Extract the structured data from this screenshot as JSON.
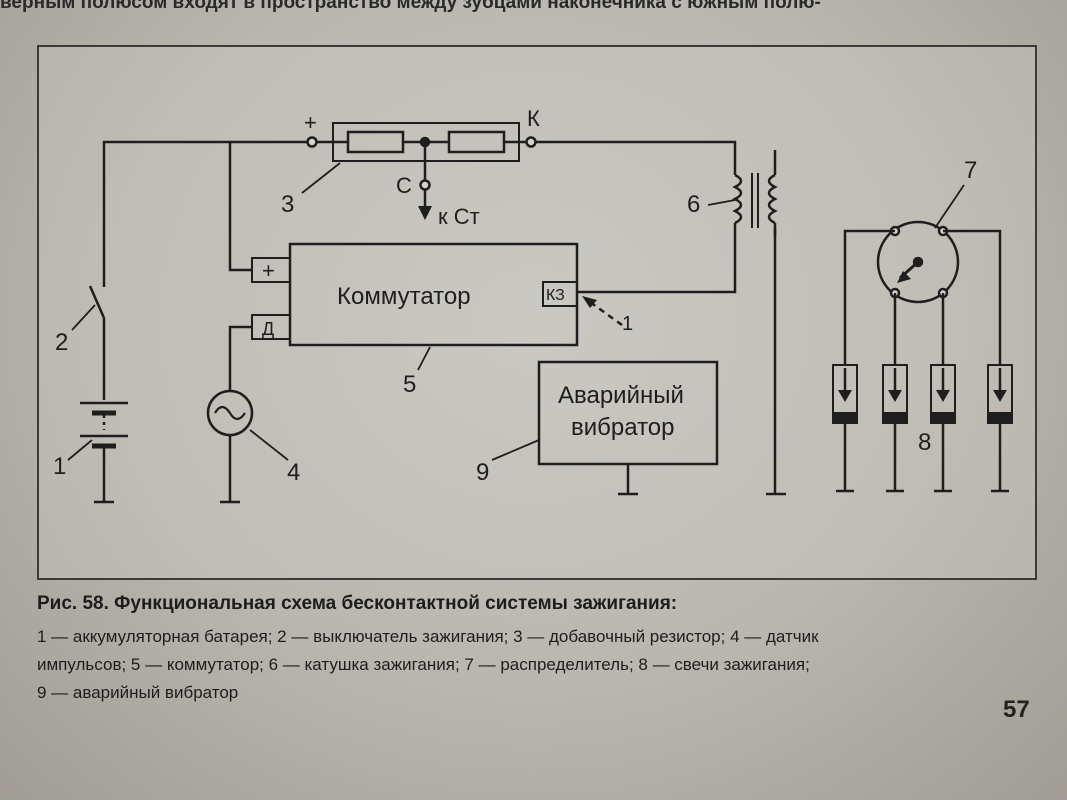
{
  "top_text": "верным полюсом входят в пространство между зубцами наконечника с южным полю-",
  "diagram": {
    "commutator_label": "Коммутатор",
    "terminal_plus": "+",
    "terminal_d": "Д",
    "terminal_kz": "КЗ",
    "vibrator_label_line1": "Аварийный",
    "vibrator_label_line2": "вибратор",
    "resistor_plus": "+",
    "resistor_k": "К",
    "resistor_c": "С",
    "to_starter": "к Ст",
    "labels": [
      "1",
      "2",
      "3",
      "4",
      "5",
      "6",
      "7",
      "8",
      "9",
      "1"
    ]
  },
  "caption": {
    "title": "Рис. 58. Функциональная схема бесконтактной системы зажигания:",
    "line1": "1 — аккумуляторная батарея; 2 — выключатель зажигания; 3 — добавочный резистор; 4 — датчик",
    "line2": "импульсов; 5 — коммутатор; 6 — катушка зажигания; 7 — распределитель; 8 — свечи зажигания;",
    "line3": "9 — аварийный вибратор"
  },
  "page_number": "57"
}
